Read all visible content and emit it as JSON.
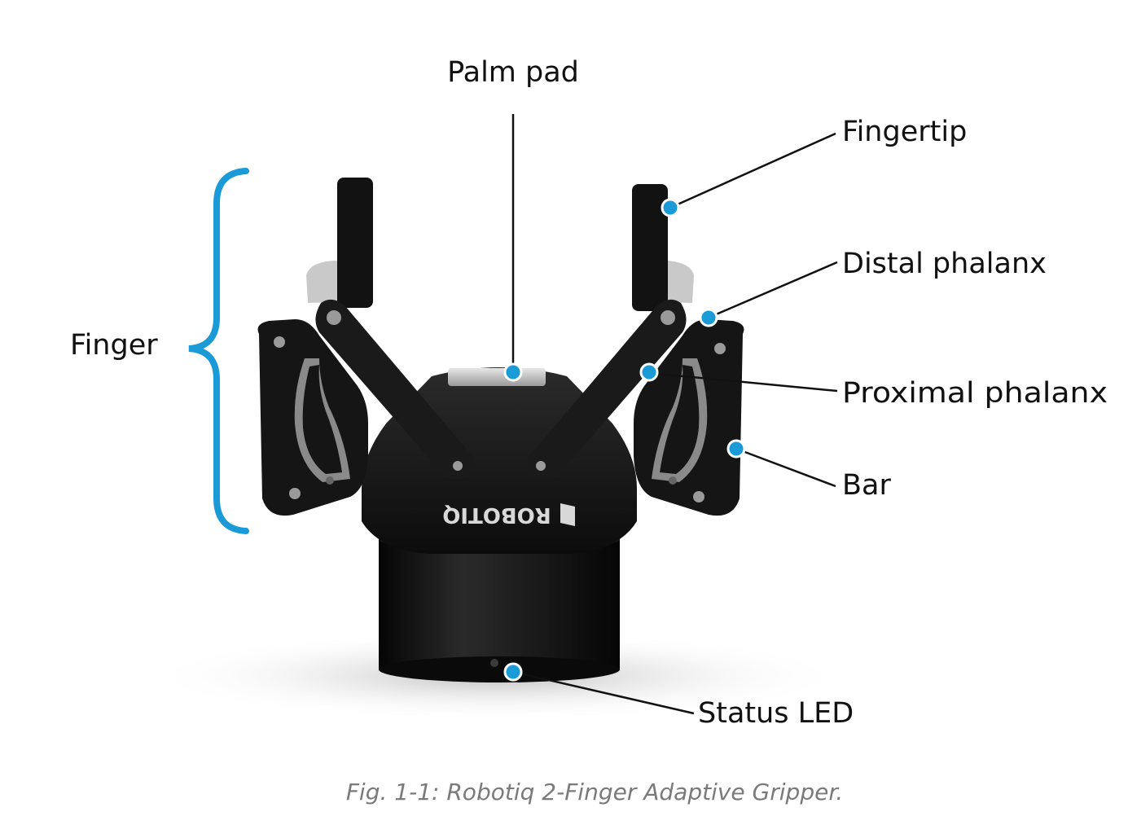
{
  "labels": {
    "palm_pad": "Palm pad",
    "fingertip": "Fingertip",
    "distal_phalanx": "Distal phalanx",
    "proximal_phalanx": "Proximal phalanx",
    "bar": "Bar",
    "finger": "Finger",
    "status_led": "Status LED"
  },
  "logo_text": "ROBOTIQ",
  "caption": "Fig. 1-1: Robotiq 2-Finger Adaptive Gripper.",
  "colors": {
    "accent": "#1a9ad6",
    "gripper_body": "#151515",
    "leader_line": "#111111",
    "caption_text": "#7a7a7a"
  }
}
